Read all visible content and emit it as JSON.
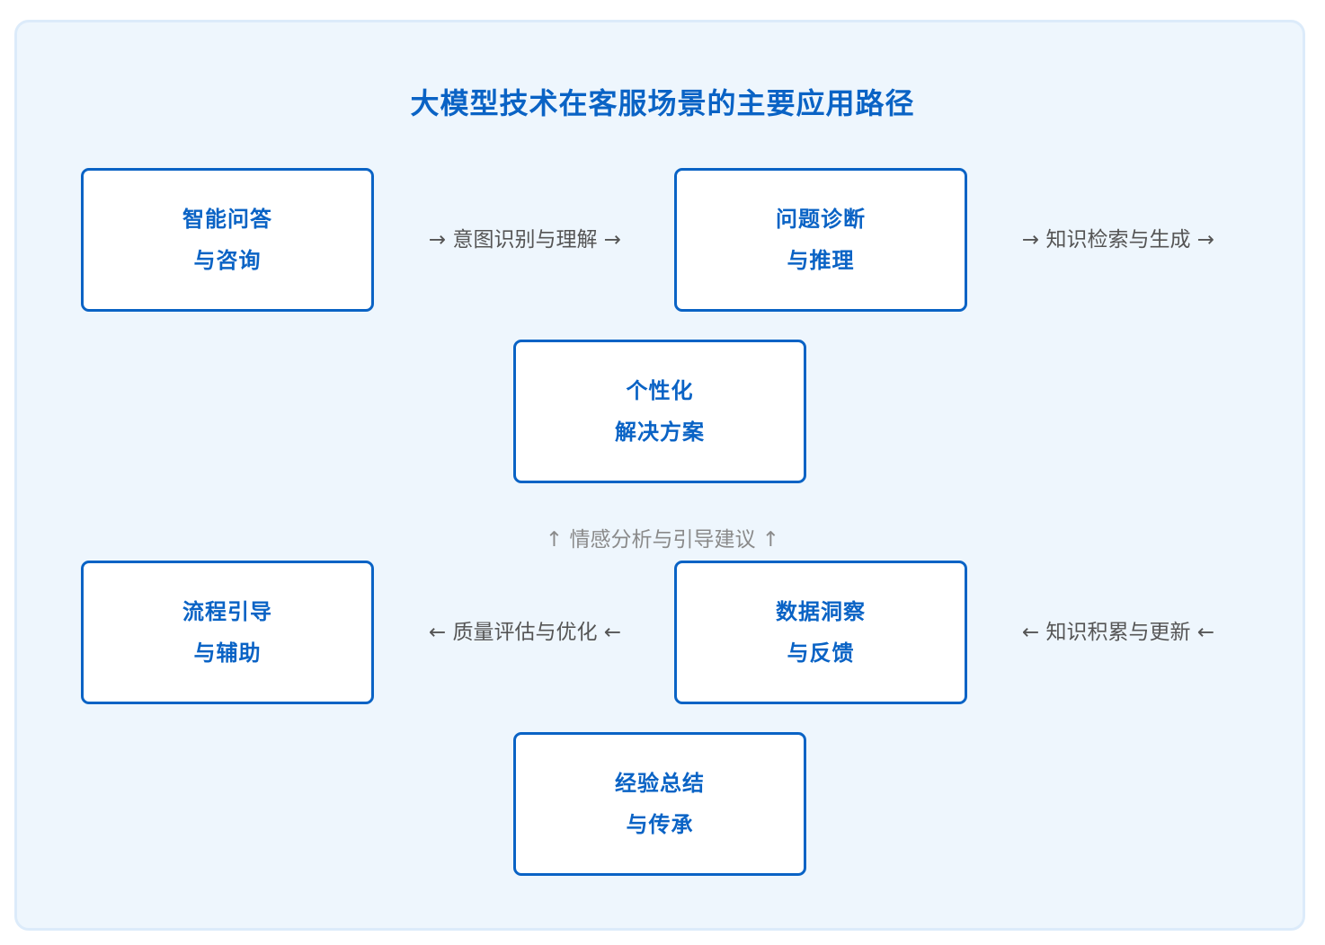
{
  "title": "大模型技术在客服场景的主要应用路径",
  "nodes": {
    "qa": {
      "line1": "智能问答",
      "line2": "与咨询"
    },
    "diagnosis": {
      "line1": "问题诊断",
      "line2": "与推理"
    },
    "personalized": {
      "line1": "个性化",
      "line2": "解决方案"
    },
    "process": {
      "line1": "流程引导",
      "line2": "与辅助"
    },
    "insight": {
      "line1": "数据洞察",
      "line2": "与反馈"
    },
    "experience": {
      "line1": "经验总结",
      "line2": "与传承"
    }
  },
  "edges": {
    "intent": "→ 意图识别与理解 →",
    "knowledge_gen": "→ 知识检索与生成 →",
    "emotion": "↑ 情感分析与引导建议 ↑",
    "quality": "← 质量评估与优化 ←",
    "knowledge_update": "← 知识积累与更新 ←"
  },
  "colors": {
    "accent": "#0a63c5",
    "panel_bg": "#eef6fd",
    "panel_border": "#dcebfa",
    "edge_text": "#555555",
    "edge_text_light": "#8a8a8a"
  }
}
